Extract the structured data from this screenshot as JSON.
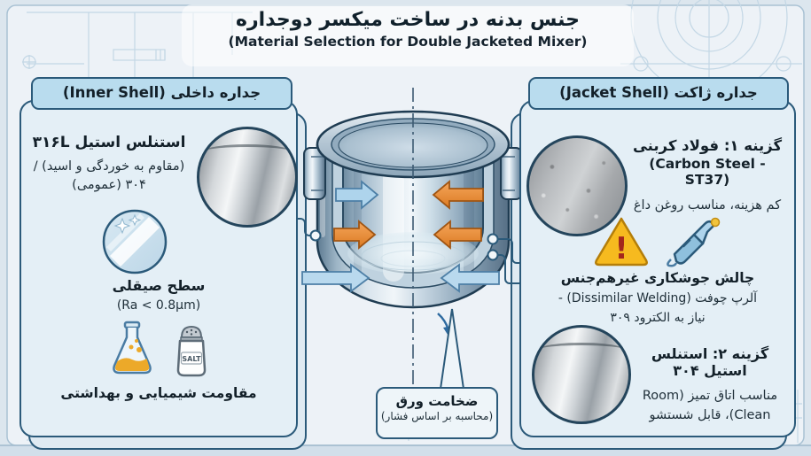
{
  "title": {
    "fa": "جنس بدنه در ساخت میکسر دوجداره",
    "en": "(Material Selection for Double Jacketed Mixer)"
  },
  "inner": {
    "header": "جداره داخلی (Inner Shell)",
    "material_title": "استنلس استیل ۳۱۶L",
    "material_sub": "(مقاوم به خوردگی و اسید) / ۳۰۴ (عمومی)",
    "polish_title": "سطح صیقلی",
    "polish_sub": "(Ra < 0.8μm)",
    "chem_label": "مقاومت شیمیایی و بهداشتی",
    "salt_label": "SALT"
  },
  "jacket": {
    "header": "جداره ژاکت (Jacket Shell)",
    "opt1_title": "گزینه ۱: فولاد کربنی",
    "opt1_sub": "(Carbon Steel - ST37)",
    "opt1_desc": "کم هزینه، مناسب روغن داغ",
    "weld_title": "چالش جوشکاری غیرهم‌جنس",
    "weld_sub": "آلرپ چوفت (Dissimilar Welding) -",
    "weld_desc": "نیاز به الکترود ۳۰۹",
    "warning_mark": "!",
    "opt2_title": "گزینه ۲: استنلس استیل ۳۰۴",
    "opt2_desc": "مناسب اتاق تمیز (Room Clean)، قابل شستشو"
  },
  "callout": {
    "title": "ضخامت ورق",
    "sub": "(محاسبه بر اساس فشار)"
  },
  "colors": {
    "panel_border": "#2b5a7a",
    "panel_bg": "#e4eff6",
    "header_bg": "#b9dcee",
    "arrow_orange": "#e0832e",
    "arrow_blue": "#aed4ec",
    "warning_yellow": "#f6ba1f",
    "text_dark": "#16242e",
    "page_bg": "#edf2f7",
    "blueprint_line": "#c3d7e5"
  },
  "icons": {
    "polished-surface-icon": "sparkle-circle",
    "flask-icon": "erlenmeyer-flask",
    "salt-shaker-icon": "salt-shaker",
    "warning-icon": "warning-triangle",
    "welding-torch-icon": "welding-torch"
  }
}
